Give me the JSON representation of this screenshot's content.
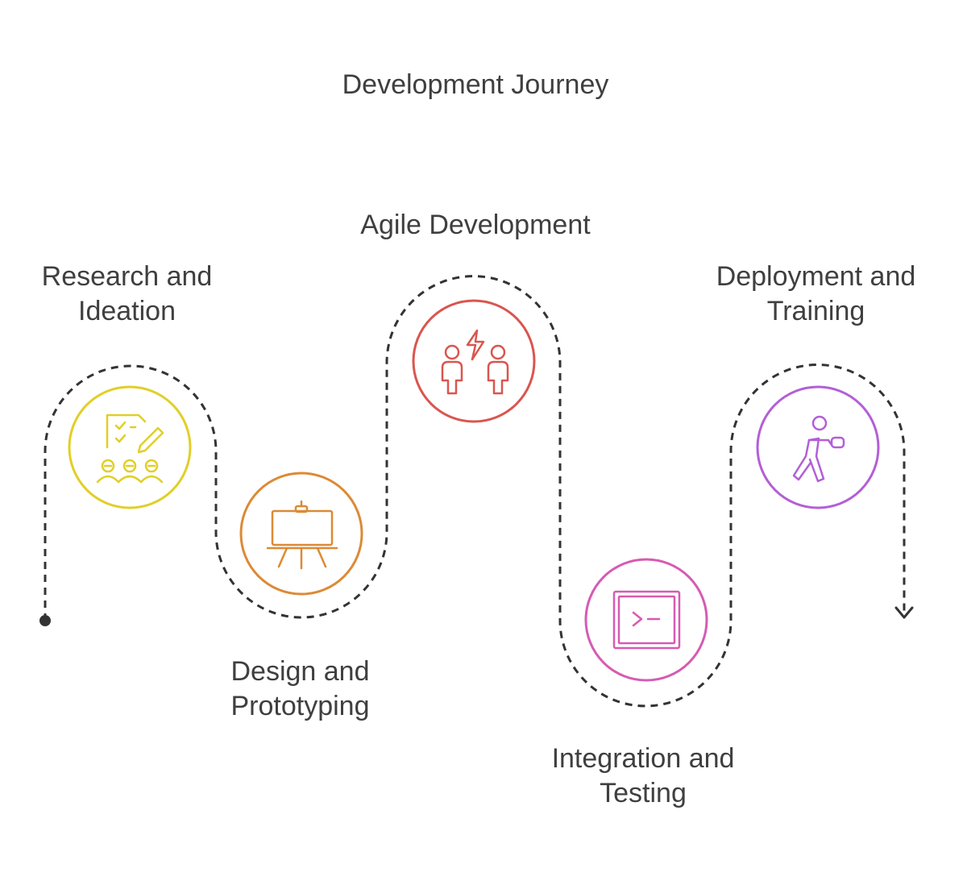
{
  "title": "Development Journey",
  "steps": [
    {
      "label": "Research and\nIdeation",
      "icon": "team-checklist-icon",
      "color": "#e1cf28"
    },
    {
      "label": "Design and\nPrototyping",
      "icon": "easel-board-icon",
      "color": "#dc8a36"
    },
    {
      "label": "Agile Development",
      "icon": "collaborating-people-icon",
      "color": "#d9564f"
    },
    {
      "label": "Integration and\nTesting",
      "icon": "terminal-window-icon",
      "color": "#d65bb3"
    },
    {
      "label": "Deployment and\nTraining",
      "icon": "person-training-icon",
      "color": "#b35fd6"
    }
  ],
  "path_color": "#333333"
}
